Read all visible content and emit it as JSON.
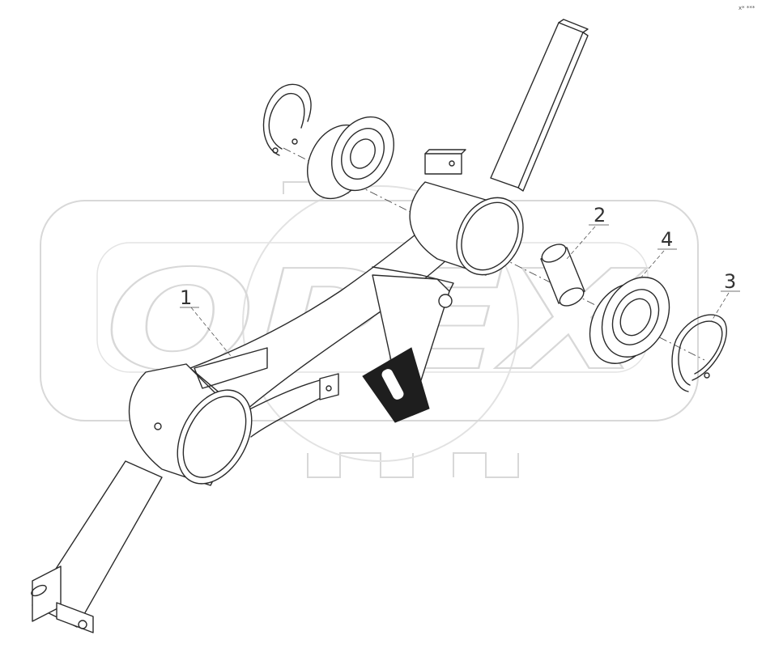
{
  "watermark": {
    "text": "OPEX",
    "color": "#d8d8d8"
  },
  "corner_mark": "x* ***",
  "callouts": [
    {
      "id": "1",
      "text": "1"
    },
    {
      "id": "2",
      "text": "2"
    },
    {
      "id": "3",
      "text": "3"
    },
    {
      "id": "4",
      "text": "4"
    }
  ],
  "colors": {
    "line": "#2a2a2a",
    "background": "#ffffff"
  }
}
